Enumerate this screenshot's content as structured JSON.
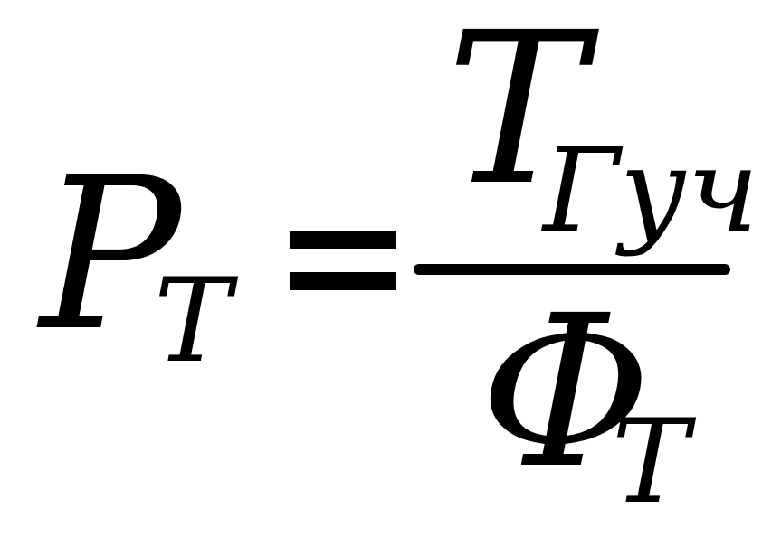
{
  "formula": {
    "lhs": {
      "symbol": "P",
      "subscript": "T"
    },
    "operator": "=",
    "numerator": {
      "symbol": "T",
      "subscript": "Гуч"
    },
    "denominator": {
      "symbol": "Φ",
      "subscript": "T"
    }
  }
}
